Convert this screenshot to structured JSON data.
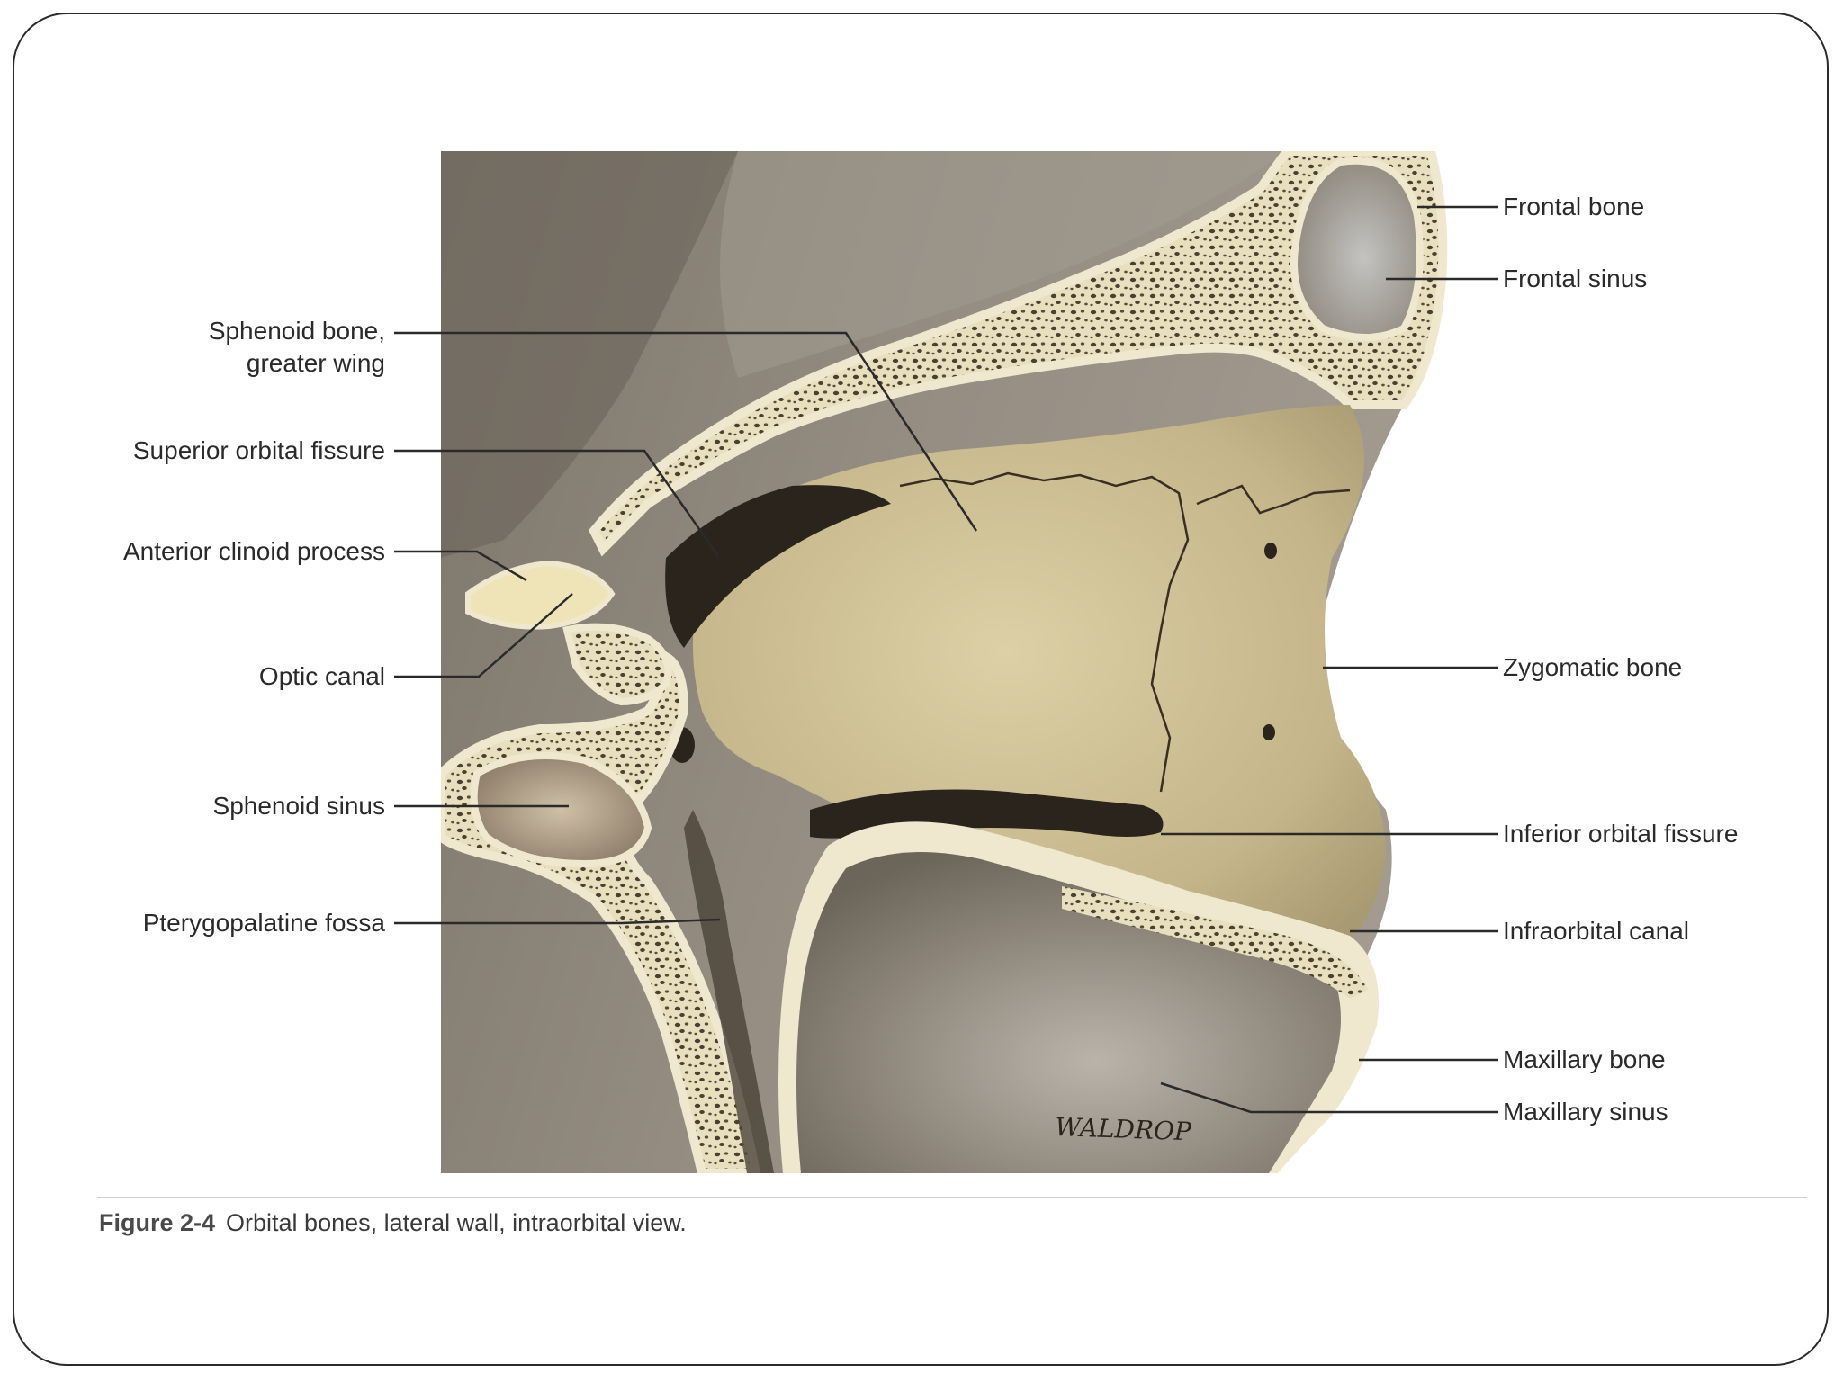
{
  "labels_left": {
    "sphenoid_greater_wing_line1": "Sphenoid bone,",
    "sphenoid_greater_wing_line2": "greater wing",
    "superior_orbital_fissure": "Superior orbital fissure",
    "anterior_clinoid_process": "Anterior clinoid process",
    "optic_canal": "Optic canal",
    "sphenoid_sinus": "Sphenoid sinus",
    "pterygopalatine_fossa": "Pterygopalatine fossa"
  },
  "labels_right": {
    "frontal_bone": "Frontal bone",
    "frontal_sinus": "Frontal sinus",
    "zygomatic_bone": "Zygomatic bone",
    "inferior_orbital_fissure": "Inferior orbital fissure",
    "infraorbital_canal": "Infraorbital canal",
    "maxillary_bone": "Maxillary bone",
    "maxillary_sinus": "Maxillary sinus"
  },
  "signature": "WALDROP",
  "caption": {
    "figure_number": "Figure 2-4",
    "text": "Orbital bones, lateral wall, intraorbital view."
  },
  "colors": {
    "background_gray": "#8a8276",
    "bone_tan": "#c9bb92",
    "bone_light": "#e4d9b4",
    "cortical_white": "#efe8cf",
    "cavity_dark": "#2b241c",
    "leader_line": "#2a2a2a"
  }
}
